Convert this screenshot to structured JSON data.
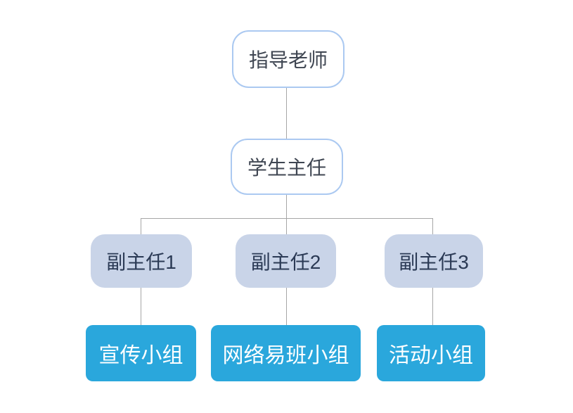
{
  "diagram": {
    "type": "org-chart",
    "background_color": "#ffffff",
    "connector_color": "#a6a6a6",
    "styles": {
      "outline_node": {
        "fill": "#ffffff",
        "border_color": "#abc9f1",
        "text_color": "#3f4652"
      },
      "soft_node": {
        "fill": "#c9d4e8",
        "text_color": "#2b3a55"
      },
      "solid_node": {
        "fill": "#2aa7dc",
        "text_color": "#ffffff"
      }
    },
    "nodes": {
      "root": {
        "label": "指导老师",
        "level": 1
      },
      "director": {
        "label": "学生主任",
        "level": 2
      },
      "deputies": [
        {
          "label": "副主任1",
          "level": 3
        },
        {
          "label": "副主任2",
          "level": 3
        },
        {
          "label": "副主任3",
          "level": 3
        }
      ],
      "groups": [
        {
          "label": "宣传小组",
          "level": 4
        },
        {
          "label": "网络易班小组",
          "level": 4
        },
        {
          "label": "活动小组",
          "level": 4
        }
      ]
    }
  }
}
